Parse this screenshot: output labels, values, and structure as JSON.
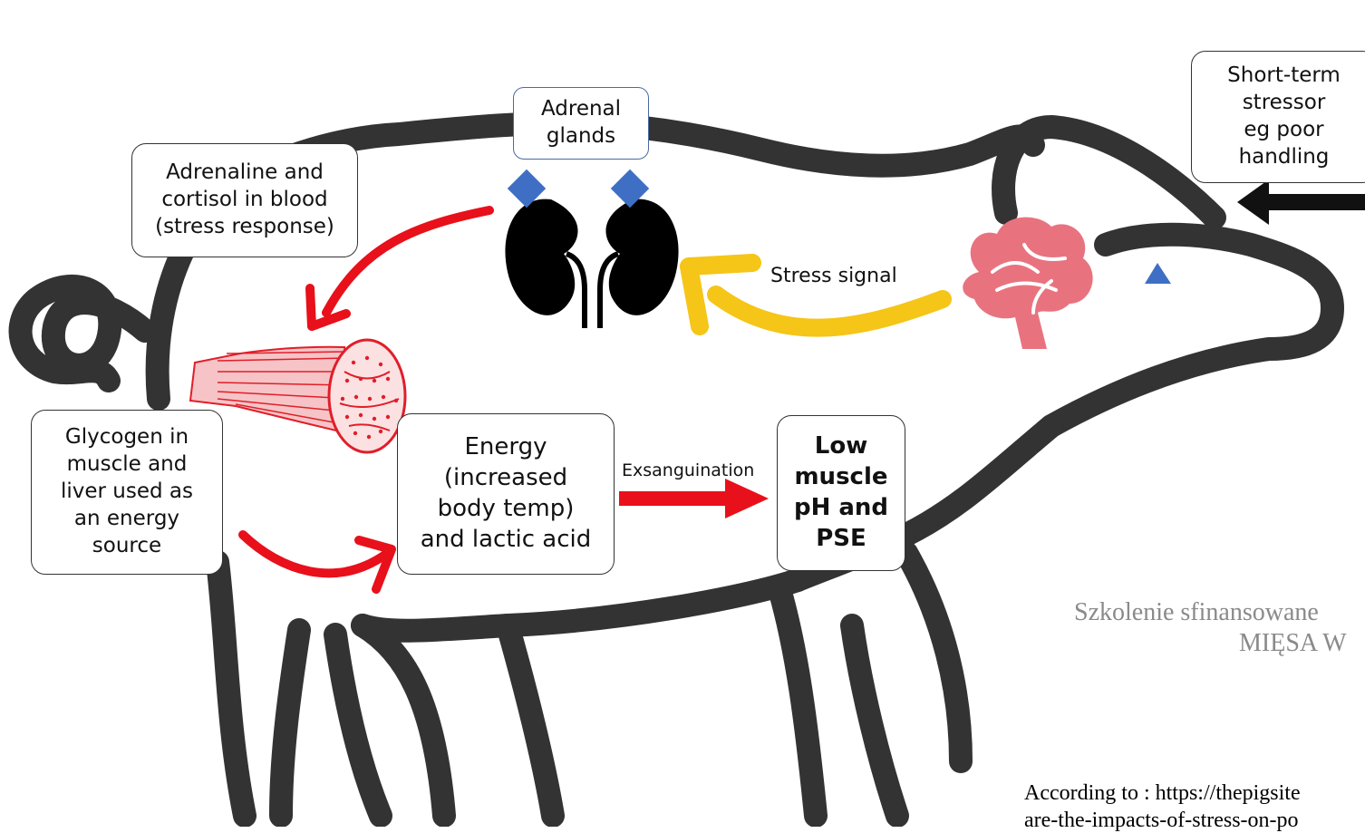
{
  "diagram": {
    "adrenal_glands": "Adrenal\nglands",
    "short_term_stressor": "Short-term\nstressor\neg poor\nhandling",
    "adrenaline_cortisol": "Adrenaline and\ncortisol in blood\n(stress response)",
    "stress_signal": "Stress signal",
    "glycogen": "Glycogen in\nmuscle and\nliver used as\nan energy\nsource",
    "energy": "Energy\n(increased\nbody temp)\nand lactic acid",
    "exsanguination": "Exsanguination",
    "low_muscle_ph": "Low\nmuscle\npH and\nPSE"
  },
  "footer": {
    "training_line1": "Szkolenie sfinansowane",
    "training_line2": "MIĘSA W",
    "source_line1": "According to : https://thepigsite",
    "source_line2": "are-the-impacts-of-stress-on-po"
  },
  "colors": {
    "outline": "#333333",
    "red_arrow": "#e8101a",
    "yellow_arrow": "#f5c518",
    "gland": "#3f6fc4",
    "brain": "#e8737f",
    "muscle": "#e01e2a"
  }
}
